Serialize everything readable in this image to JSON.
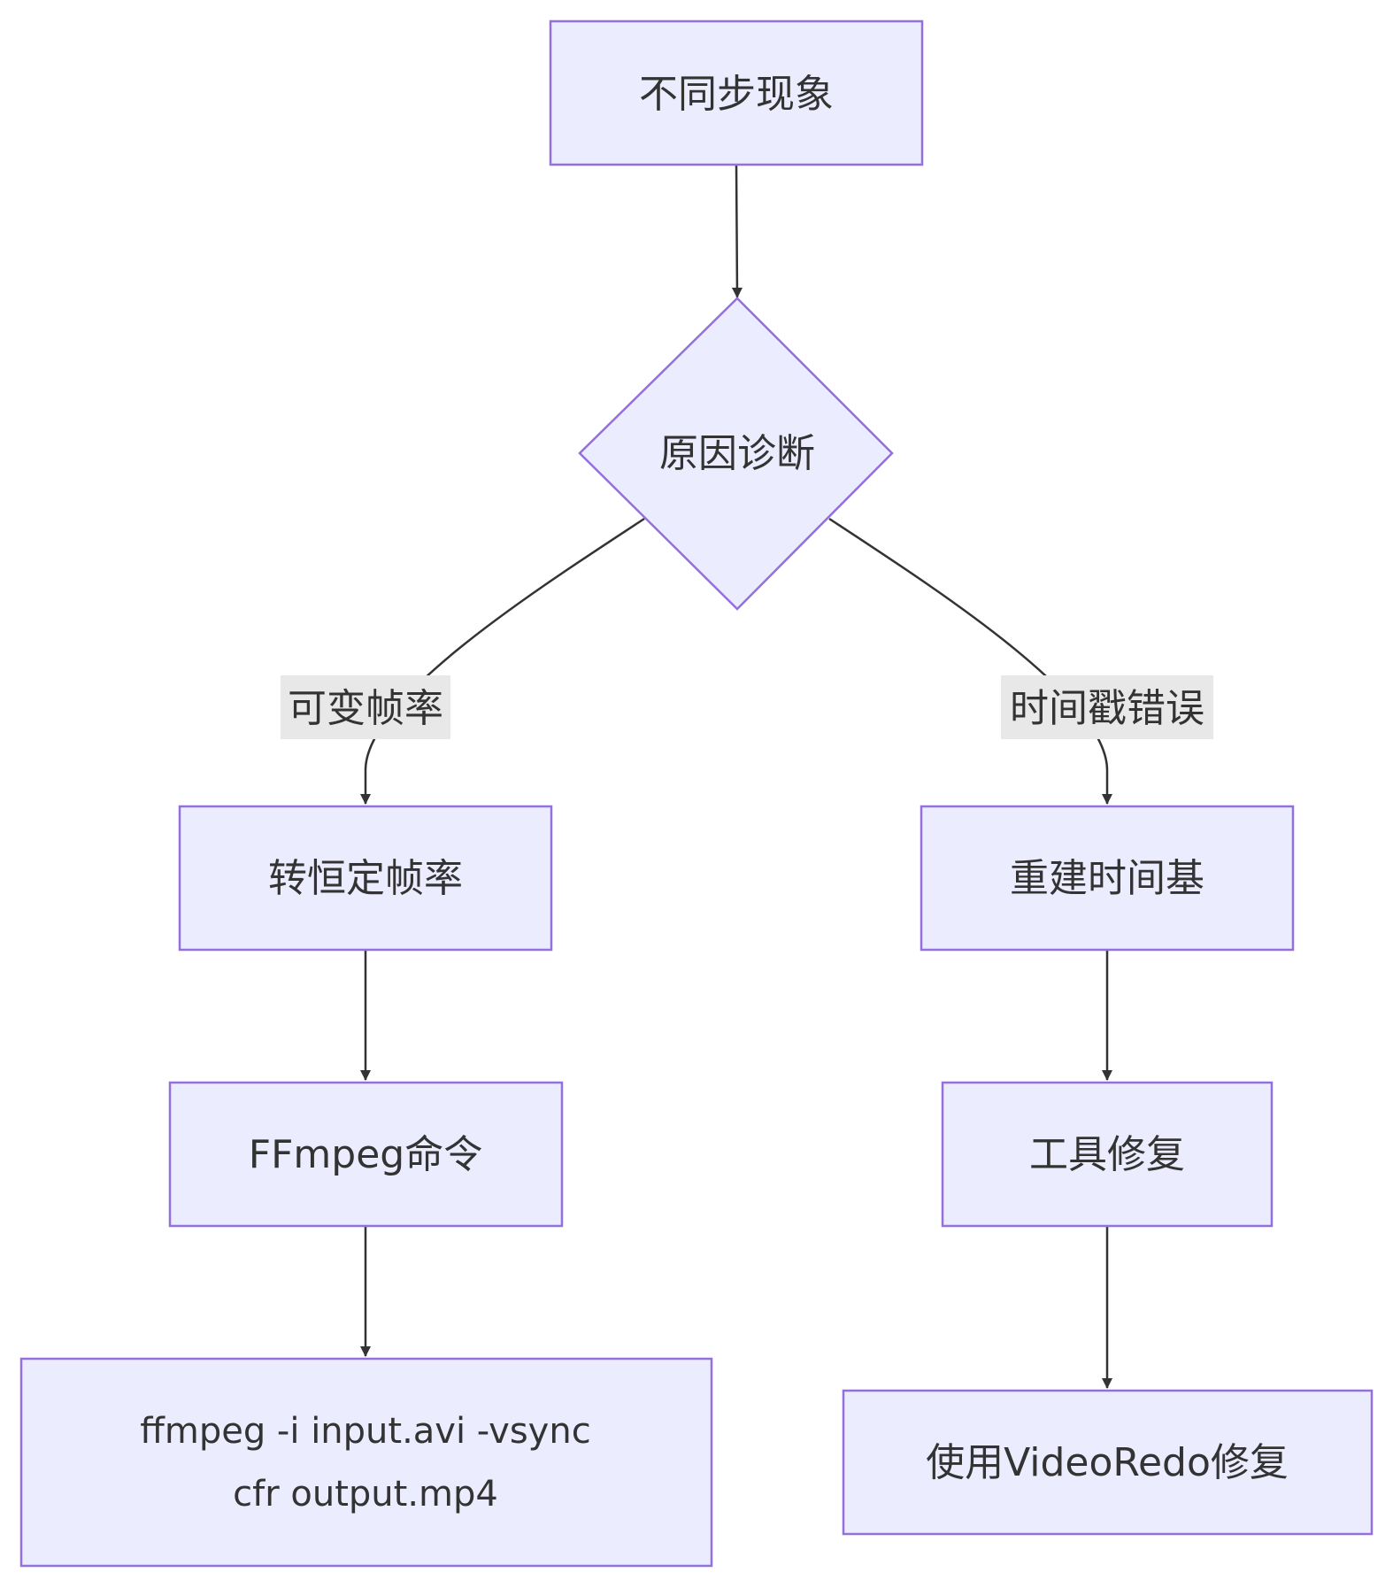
{
  "nodes": {
    "symptom": "不同步现象",
    "diagnosis": "原因诊断",
    "to_cfr": "转恒定帧率",
    "ffmpeg_cmd": "FFmpeg命令",
    "cmd_line1": "ffmpeg -i input.avi -vsync",
    "cmd_line2": "cfr output.mp4",
    "rebuild_timebase": "重建时间基",
    "tool_fix": "工具修复",
    "videoredo": "使用VideoRedo修复"
  },
  "edges": {
    "vfr": "可变帧率",
    "timestamp_error": "时间戳错误"
  },
  "colors": {
    "node_fill": "#ECECFF",
    "node_stroke": "#9370DB",
    "edge": "#333333",
    "edge_label_bg": "#E8E8E8",
    "text": "#333333"
  }
}
